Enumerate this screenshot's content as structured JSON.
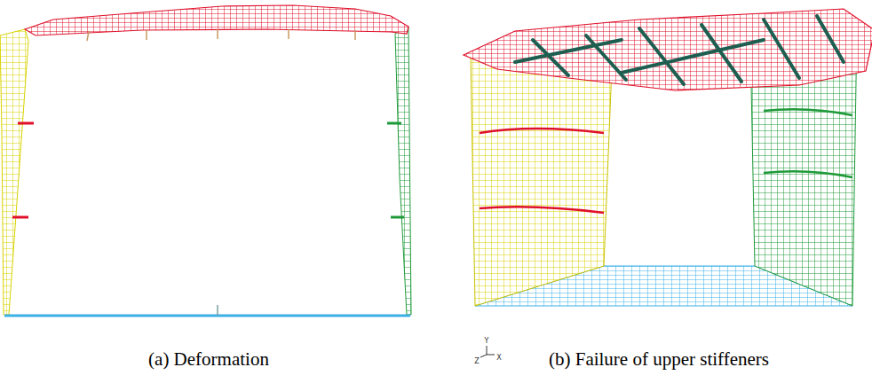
{
  "diagram": {
    "labels": [
      "(a) Deformation",
      "(b) Failure of upper stiffeners",
      "Y",
      "Z",
      "X"
    ]
  }
}
